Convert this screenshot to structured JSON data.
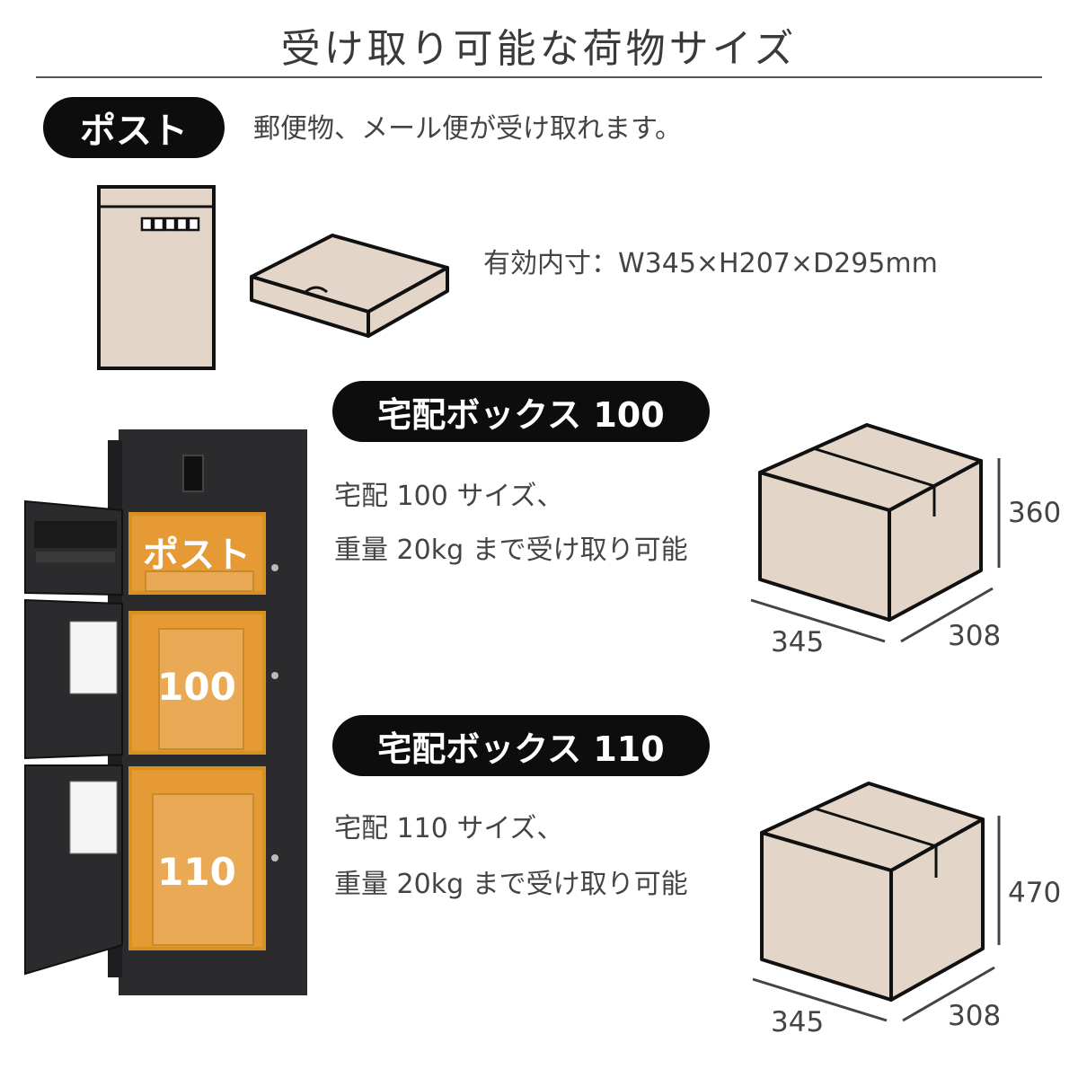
{
  "title": "受け取り可能な荷物サイズ",
  "post": {
    "label": "ポスト",
    "description": "郵便物、メール便が受け取れます。",
    "inner_size": "有効内寸：W345×H207×D295mm"
  },
  "box100": {
    "label": "宅配ボックス 100",
    "line1": "宅配 100 サイズ、",
    "line2": "重量 20kg まで受け取り可能",
    "dims": {
      "width": "345",
      "depth": "308",
      "height": "360"
    }
  },
  "box110": {
    "label": "宅配ボックス 110",
    "line1": "宅配 110 サイズ、",
    "line2": "重量 20kg まで受け取り可能",
    "dims": {
      "width": "345",
      "depth": "308",
      "height": "470"
    }
  },
  "cabinet": {
    "compartment_labels": [
      "ポスト",
      "100",
      "110"
    ]
  },
  "colors": {
    "cardboard": "#e3d6c8",
    "outline": "#111111",
    "cabinet": "#2b2b2e",
    "interior": "#e69a35",
    "parcel": "#eaaa55"
  }
}
